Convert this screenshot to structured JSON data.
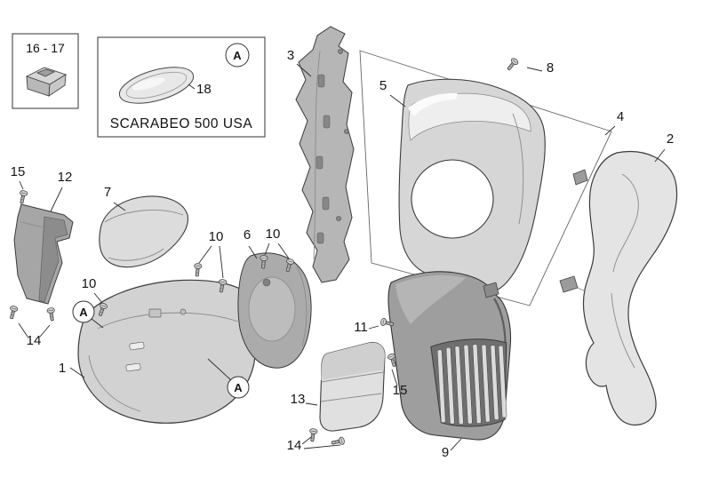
{
  "diagram": {
    "title": "SCARABEO 500 USA",
    "ref_box_label": "16 - 17"
  },
  "labels": {
    "p1": "1",
    "p2": "2",
    "p3": "3",
    "p4": "4",
    "p5": "5",
    "p6": "6",
    "p7": "7",
    "p8": "8",
    "p9": "9",
    "p10a": "10",
    "p10b": "10",
    "p10c": "10",
    "p11": "11",
    "p12": "12",
    "p13": "13",
    "p14a": "14",
    "p14b": "14",
    "p15a": "15",
    "p15b": "15",
    "p18": "18"
  },
  "markers": {
    "inset": "A",
    "fender_left": "A",
    "fender_right": "A"
  },
  "colors": {
    "outline": "#333333",
    "light_gray": "#e4e4e4",
    "mid_gray": "#c9c9c9",
    "dark_gray": "#9e9e9e",
    "background": "#ffffff"
  }
}
